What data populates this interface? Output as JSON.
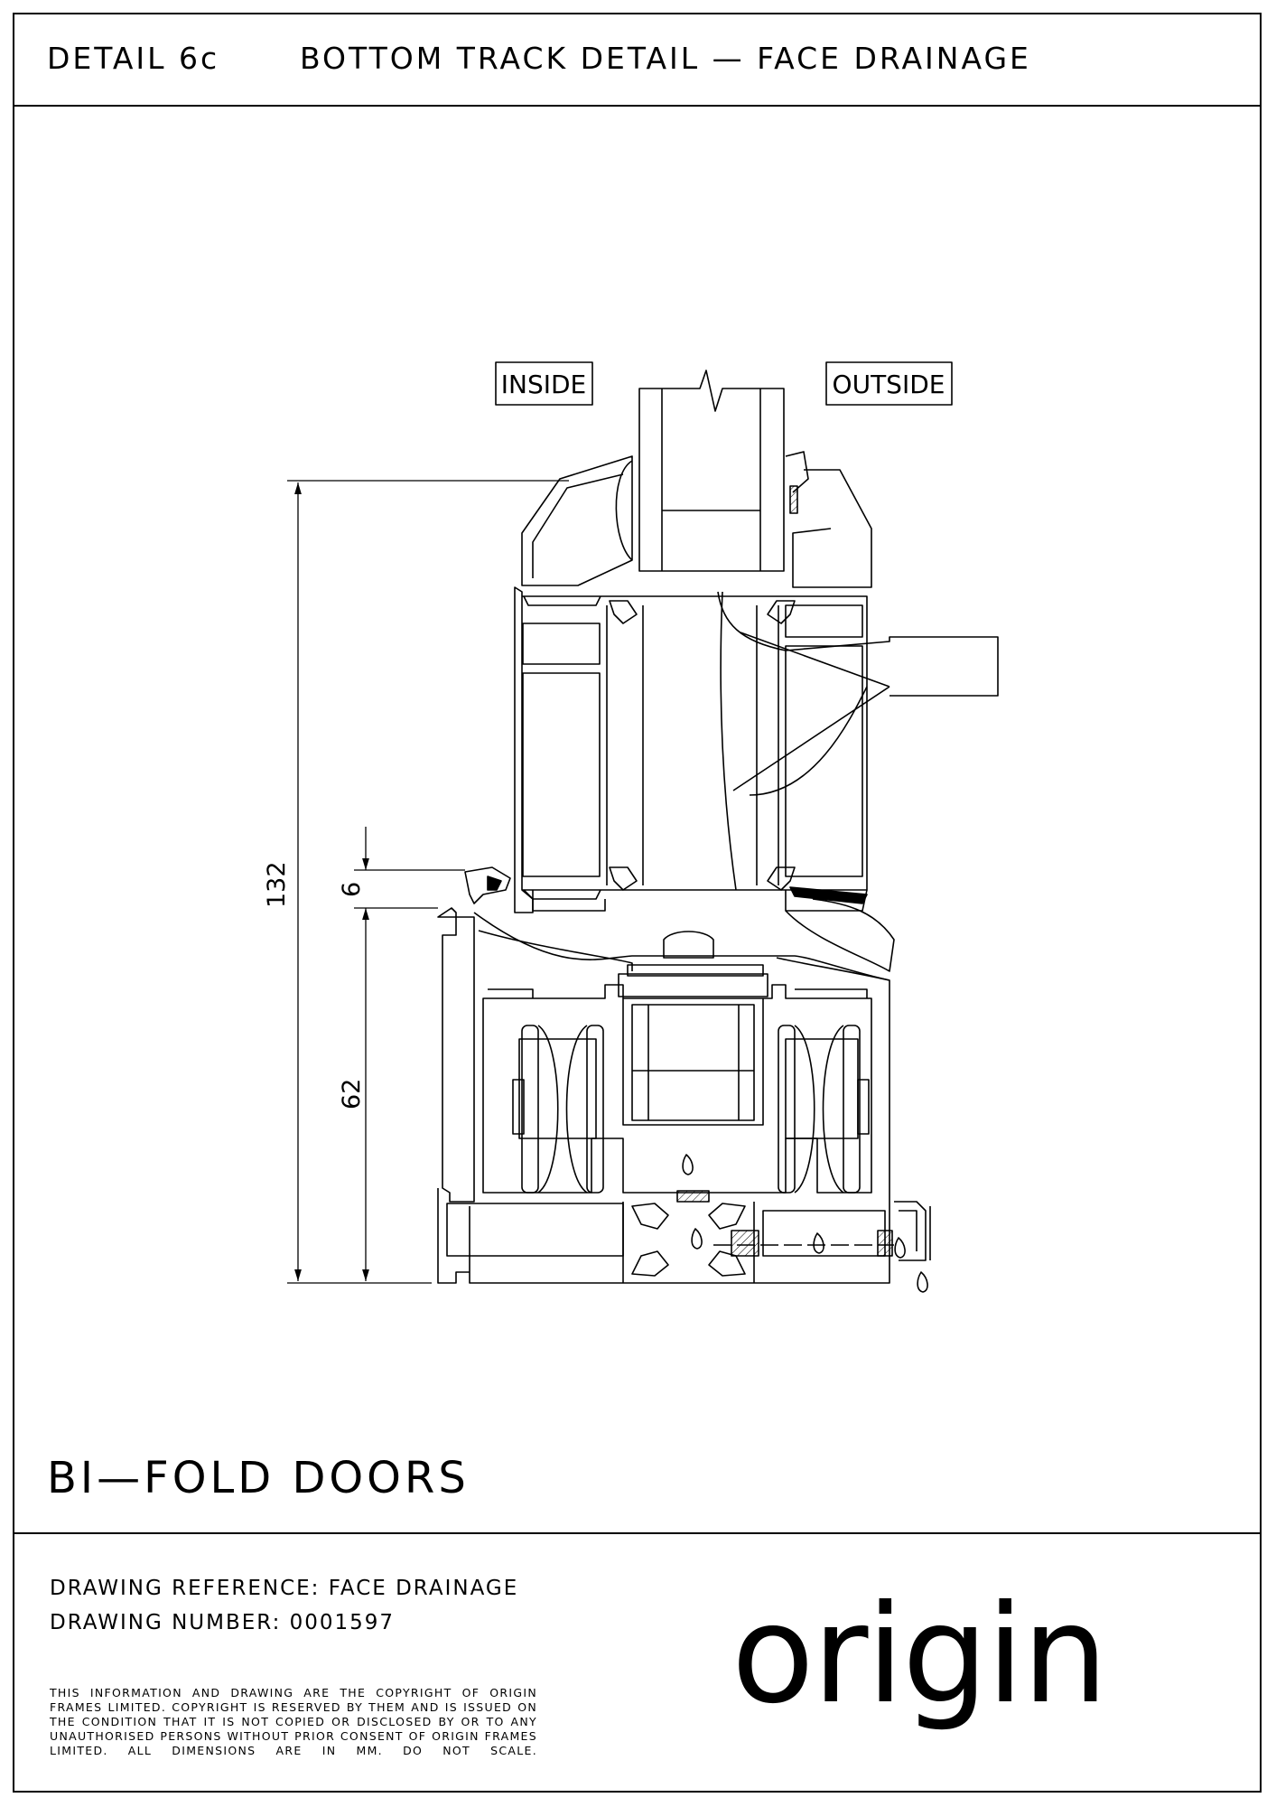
{
  "header": {
    "detail_number": "DETAIL 6c",
    "detail_title": "BOTTOM TRACK DETAIL — FACE DRAINAGE"
  },
  "drawing": {
    "labels": {
      "inside": "INSIDE",
      "outside": "OUTSIDE"
    },
    "dimensions": {
      "overall_height": "132",
      "threshold_step": "6",
      "track_height": "62"
    }
  },
  "product": {
    "name": "BI—FOLD DOORS"
  },
  "footer": {
    "drawing_reference": "DRAWING REFERENCE: FACE DRAINAGE",
    "drawing_number": "DRAWING NUMBER: 0001597",
    "copyright": "THIS INFORMATION AND DRAWING ARE THE COPYRIGHT OF ORIGIN FRAMES LIMITED. COPYRIGHT IS RESERVED BY THEM AND IS ISSUED ON THE CONDITION THAT IT IS NOT COPIED OR DISCLOSED BY OR TO ANY UNAUTHORISED PERSONS WITHOUT PRIOR CONSENT OF ORIGIN FRAMES LIMITED. ALL DIMENSIONS ARE IN MM. DO NOT SCALE."
  },
  "logo": {
    "text": "origin"
  }
}
